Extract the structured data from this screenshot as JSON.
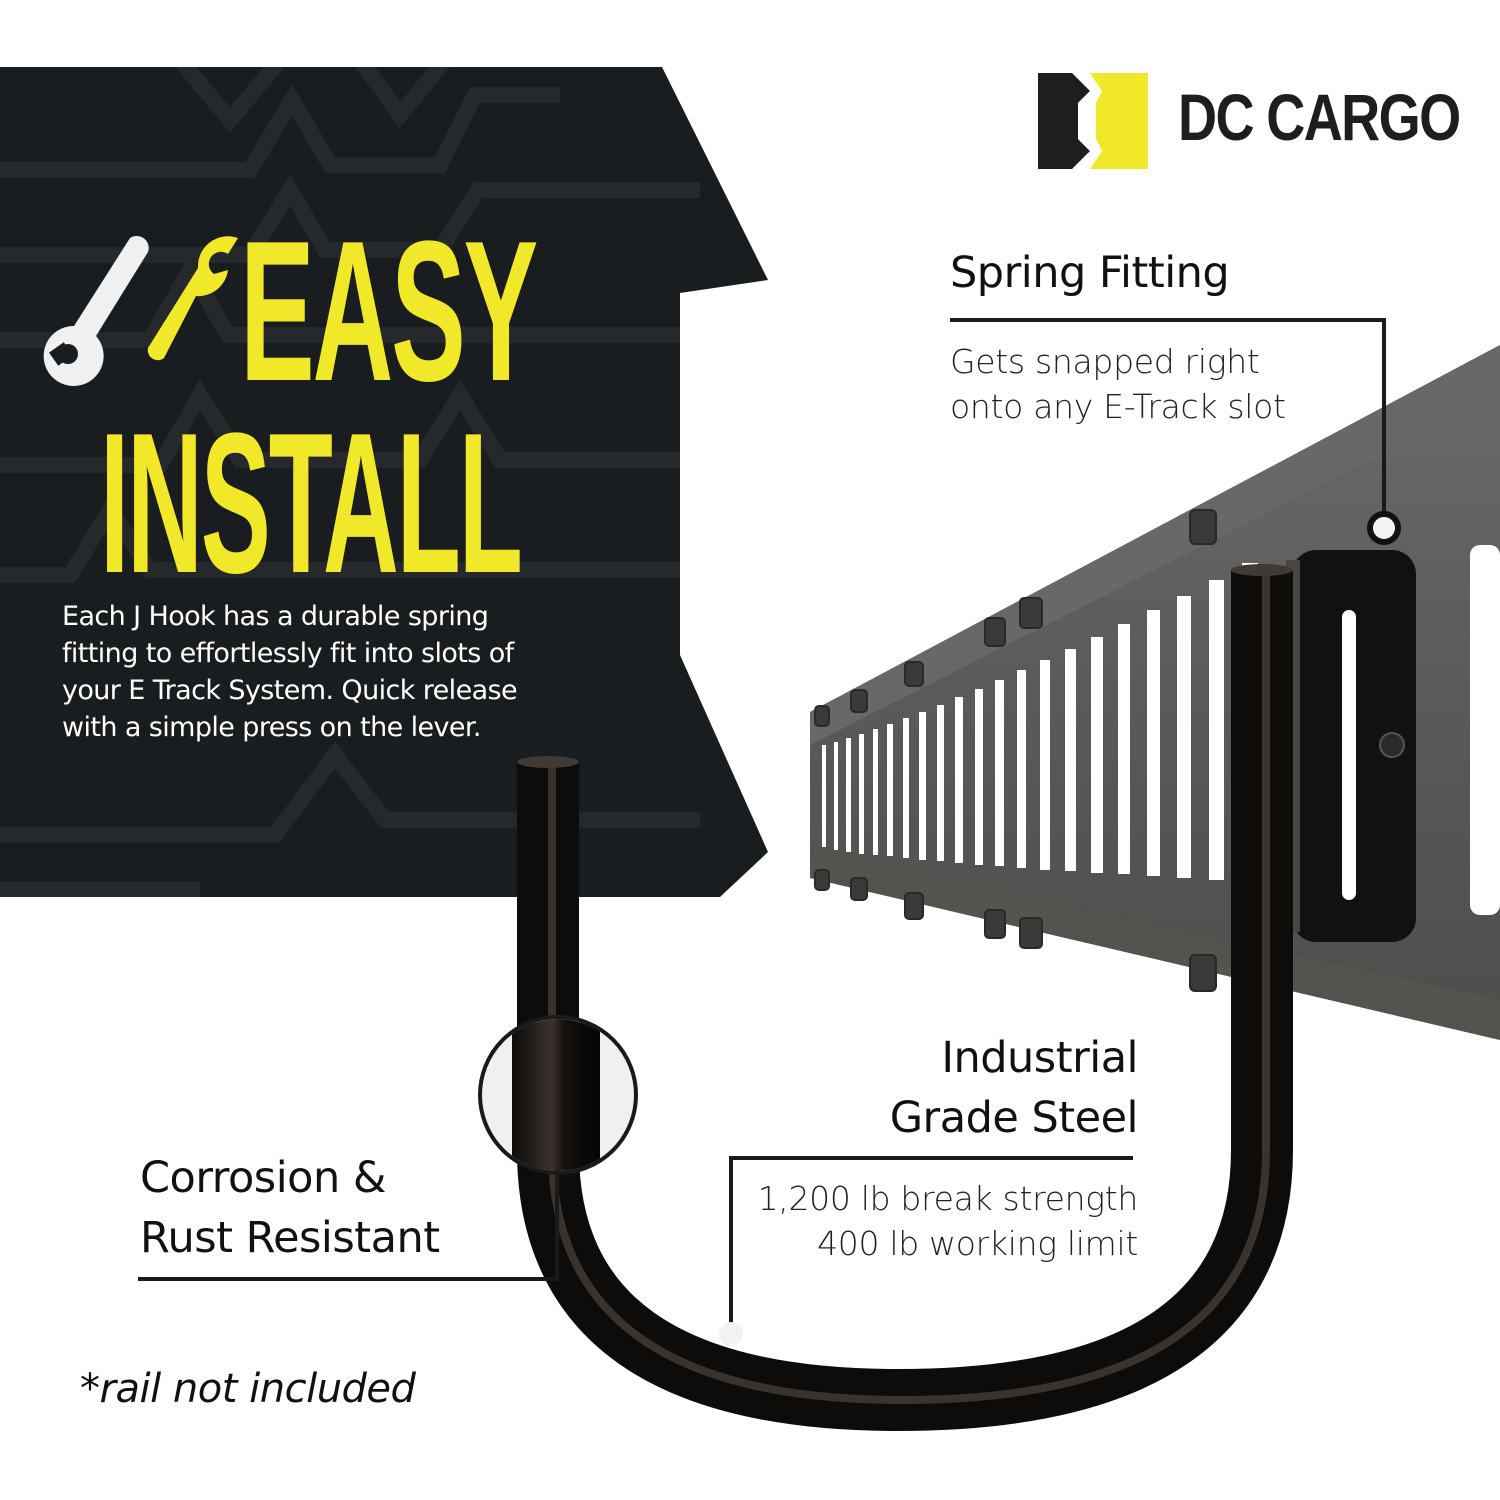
{
  "brand": {
    "name": "DC CARGO",
    "colors": {
      "yellow": "#f2e82a",
      "dark": "#1d1e1e",
      "panel": "#1a1d20"
    }
  },
  "hero": {
    "icon": "wrench-pair-icon",
    "headline_line1": "EASY",
    "headline_line2": "INSTALL",
    "description": [
      "Each J Hook has a durable spring",
      "fitting to effortlessly fit into slots of",
      "your E Track System. Quick release",
      "with a simple press on the lever."
    ]
  },
  "callouts": {
    "spring_fitting": {
      "title": "Spring Fitting",
      "subtitle": [
        "Gets snapped right",
        "onto any E-Track slot"
      ]
    },
    "industrial_steel": {
      "title": [
        "Industrial",
        "Grade Steel"
      ],
      "subtitle": [
        "1,200 lb break strength",
        "400 lb working limit"
      ]
    },
    "corrosion": {
      "title": [
        "Corrosion &",
        "Rust Resistant"
      ]
    }
  },
  "footnote": "*rail not included"
}
